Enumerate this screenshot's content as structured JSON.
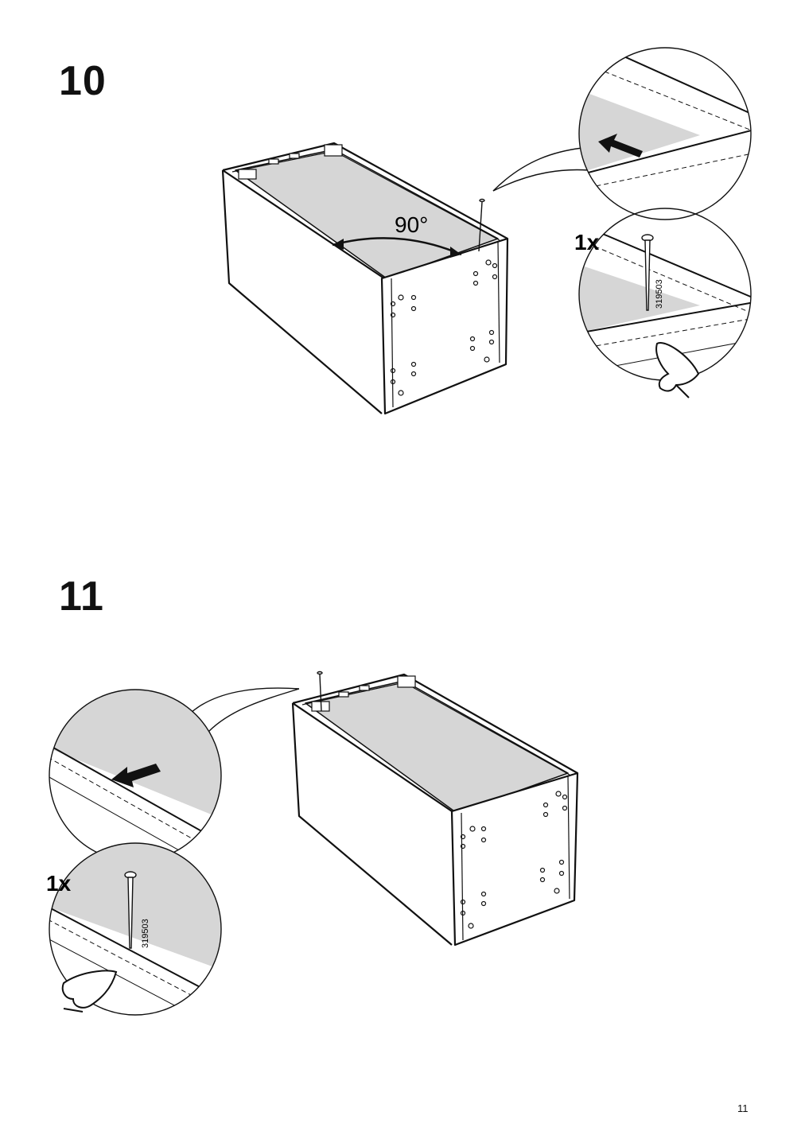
{
  "page": {
    "number": "11"
  },
  "steps": [
    {
      "number": "10",
      "angle_label": "90°",
      "quantity_label": "1x",
      "part_code": "319503"
    },
    {
      "number": "11",
      "quantity_label": "1x",
      "part_code": "319503"
    }
  ],
  "colors": {
    "line": "#111111",
    "panel_fill": "#d6d6d6",
    "background": "#ffffff"
  },
  "icons": [
    "nail-icon",
    "hand-press-icon",
    "arrow-icon",
    "detail-zoom-circle"
  ]
}
